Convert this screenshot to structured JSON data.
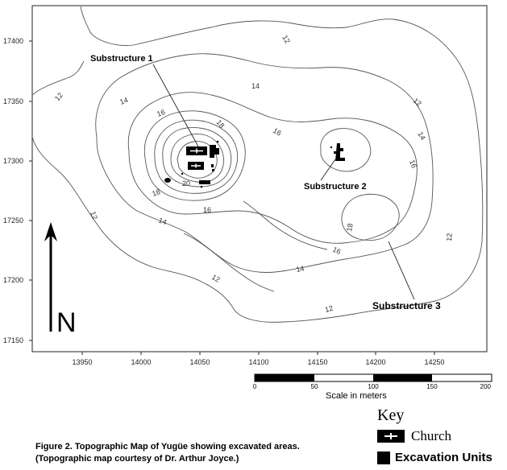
{
  "map": {
    "y_ticks": [
      "17400",
      "17350",
      "17300",
      "17250",
      "17200",
      "17150"
    ],
    "x_ticks": [
      "13950",
      "14000",
      "14050",
      "14100",
      "14150",
      "14200",
      "14250"
    ],
    "contour_labels": {
      "c12_tl": "12",
      "c12_tr": "12",
      "c12_left": "12",
      "c12_right": "12",
      "c12_bottom": "12",
      "c12_bc": "12",
      "c12_br": "12",
      "c14_a": "14",
      "c14_b": "14",
      "c14_c": "14",
      "c14_d": "14",
      "c14_e": "14",
      "c16_a": "16",
      "c16_b": "16",
      "c16_c": "16",
      "c16_d": "16",
      "c16_e": "16",
      "c18_a": "18",
      "c18_b": "18",
      "c18_c": "18",
      "c20": "20"
    },
    "substructures": {
      "s1": "Substructure 1",
      "s2": "Substructure 2",
      "s3": "Substructure 3"
    },
    "north_label": "N"
  },
  "scale_bar": {
    "ticks": [
      "0",
      "50",
      "100",
      "150",
      "200"
    ],
    "label": "Scale in meters"
  },
  "key": {
    "title": "Key",
    "church": "Church",
    "units": "Excavation Units"
  },
  "caption": {
    "line1": "Figure 2. Topographic Map of Yugüe showing excavated areas.",
    "line2": "(Topographic map courtesy of Dr. Arthur Joyce.)"
  }
}
